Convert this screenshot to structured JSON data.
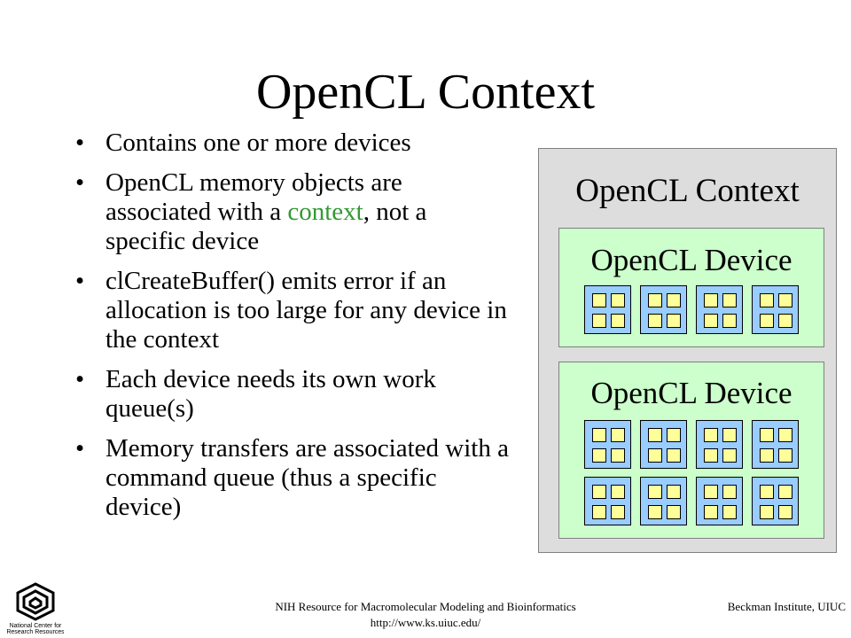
{
  "slide": {
    "title": "OpenCL Context",
    "bullets": [
      {
        "text": "Contains one or more devices"
      },
      {
        "pre": "OpenCL memory objects are associated with a ",
        "highlight": "context",
        "post": ", not a specific device",
        "highlight_color": "#339933"
      },
      {
        "text": "clCreateBuffer() emits error if an allocation is too large for any device in the context"
      },
      {
        "text": "Each device needs its own work queue(s)"
      },
      {
        "text": "Memory transfers are associated with a command queue (thus a specific device)"
      }
    ]
  },
  "diagram": {
    "context_label": "OpenCL Context",
    "devices": [
      {
        "label": "OpenCL Device",
        "compute_units": 4
      },
      {
        "label": "OpenCL Device",
        "compute_units": 8
      }
    ],
    "colors": {
      "context_fill": "#dddddd",
      "device_fill": "#ccffcc",
      "compute_unit_fill": "#99ccff",
      "processing_element_fill": "#ffff99"
    }
  },
  "footer": {
    "logo_text": "National Center for Research Resources",
    "center_line1": "NIH Resource for Macromolecular Modeling and Bioinformatics",
    "center_line2": "http://www.ks.uiuc.edu/",
    "right": "Beckman Institute, UIUC"
  }
}
